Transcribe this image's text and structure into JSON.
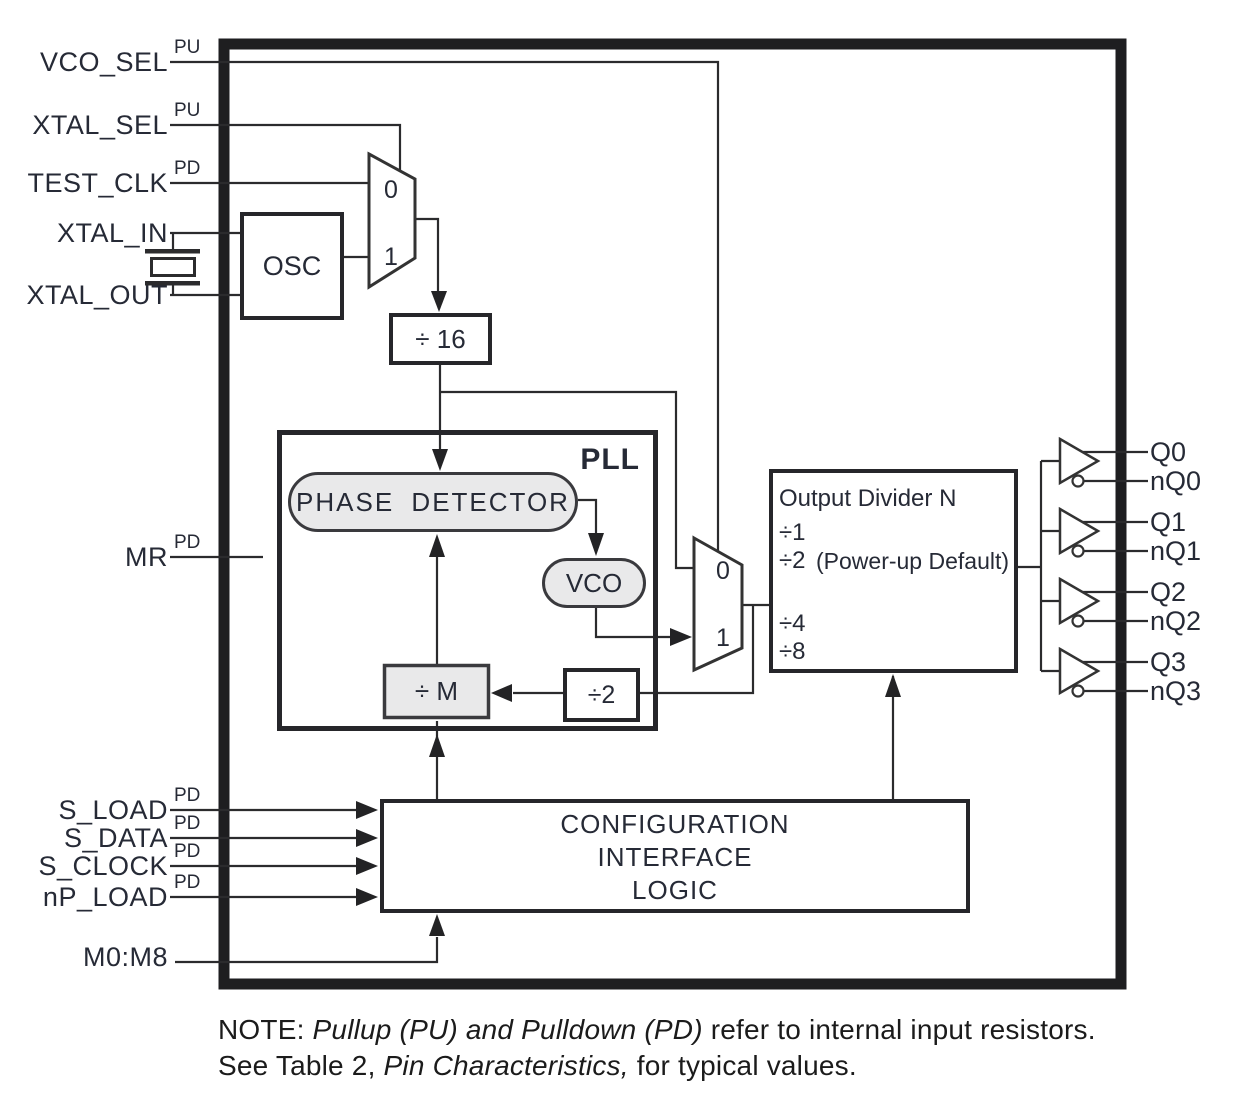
{
  "pins": [
    {
      "label": "VCO_SEL",
      "res": "PU"
    },
    {
      "label": "XTAL_SEL",
      "res": "PU"
    },
    {
      "label": "TEST_CLK",
      "res": "PD"
    },
    {
      "label": "XTAL_IN",
      "res": ""
    },
    {
      "label": "XTAL_OUT",
      "res": ""
    },
    {
      "label": "MR",
      "res": "PD"
    },
    {
      "label": "S_LOAD",
      "res": "PD"
    },
    {
      "label": "S_DATA",
      "res": "PD"
    },
    {
      "label": "S_CLOCK",
      "res": "PD"
    },
    {
      "label": "nP_LOAD",
      "res": "PD"
    },
    {
      "label": "M0:M8",
      "res": ""
    }
  ],
  "outputs": [
    {
      "q": "Q0",
      "nq": "nQ0"
    },
    {
      "q": "Q1",
      "nq": "nQ1"
    },
    {
      "q": "Q2",
      "nq": "nQ2"
    },
    {
      "q": "Q3",
      "nq": "nQ3"
    }
  ],
  "blocks": {
    "osc": "OSC",
    "div16": "÷ 16",
    "pll": "PLL",
    "phase_detector": "PHASE DETECTOR",
    "vco": "VCO",
    "div_m": "÷ M",
    "div_2": "÷2",
    "output_divider": {
      "title": "Output Divider N",
      "div1": "÷1",
      "div2": "÷2",
      "div2_note": "(Power-up Default)",
      "div4": "÷4",
      "div8": "÷8"
    },
    "config": {
      "line1": "CONFIGURATION",
      "line2": "INTERFACE",
      "line3": "LOGIC"
    }
  },
  "mux": {
    "input0": "0",
    "input1": "1"
  },
  "note": {
    "l1a": "NOTE: ",
    "l1b": "Pullup (PU) and Pulldown (PD)",
    "l1c": " refer to internal input resistors.",
    "l2a": "See Table 2, ",
    "l2b": "Pin Characteristics,",
    "l2c": " for typical values."
  },
  "colors": {
    "ink": "#262a36",
    "line": "#2b2b2d",
    "block_fill_gray": "#e9e9ea",
    "background": "#ffffff"
  }
}
